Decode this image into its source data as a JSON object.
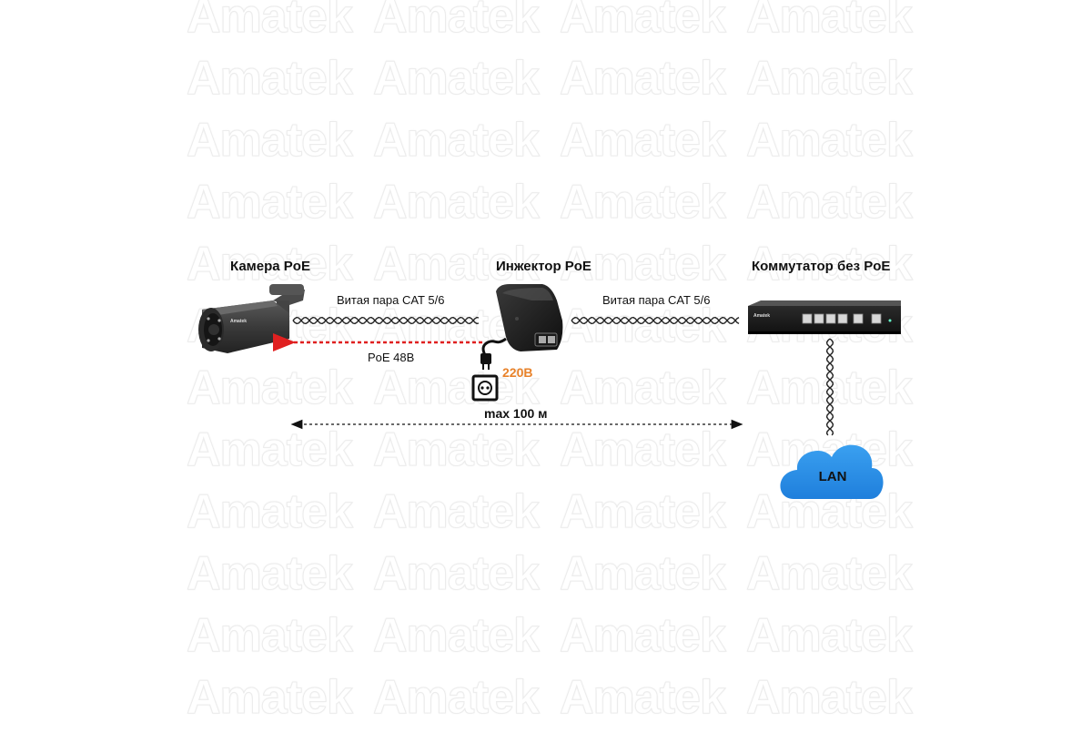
{
  "watermark": {
    "text": "Amatek"
  },
  "devices": {
    "camera": {
      "label": "Камера PoE",
      "brand": "Amatek"
    },
    "injector": {
      "label": "Инжектор PoE"
    },
    "switch": {
      "label": "Коммутатор без PoE",
      "brand": "Amatek"
    }
  },
  "cables": {
    "left": "Витая пара CAT 5/6",
    "right": "Витая пара CAT 5/6"
  },
  "power": {
    "poe": "PoE 48В",
    "mains": "220В"
  },
  "distance": "max 100 м",
  "network": "LAN",
  "colors": {
    "poe_arrow": "#e02020",
    "mains_text": "#e8822a",
    "cloud": "#2f90e6",
    "device_dark": "#3b3b3b"
  }
}
